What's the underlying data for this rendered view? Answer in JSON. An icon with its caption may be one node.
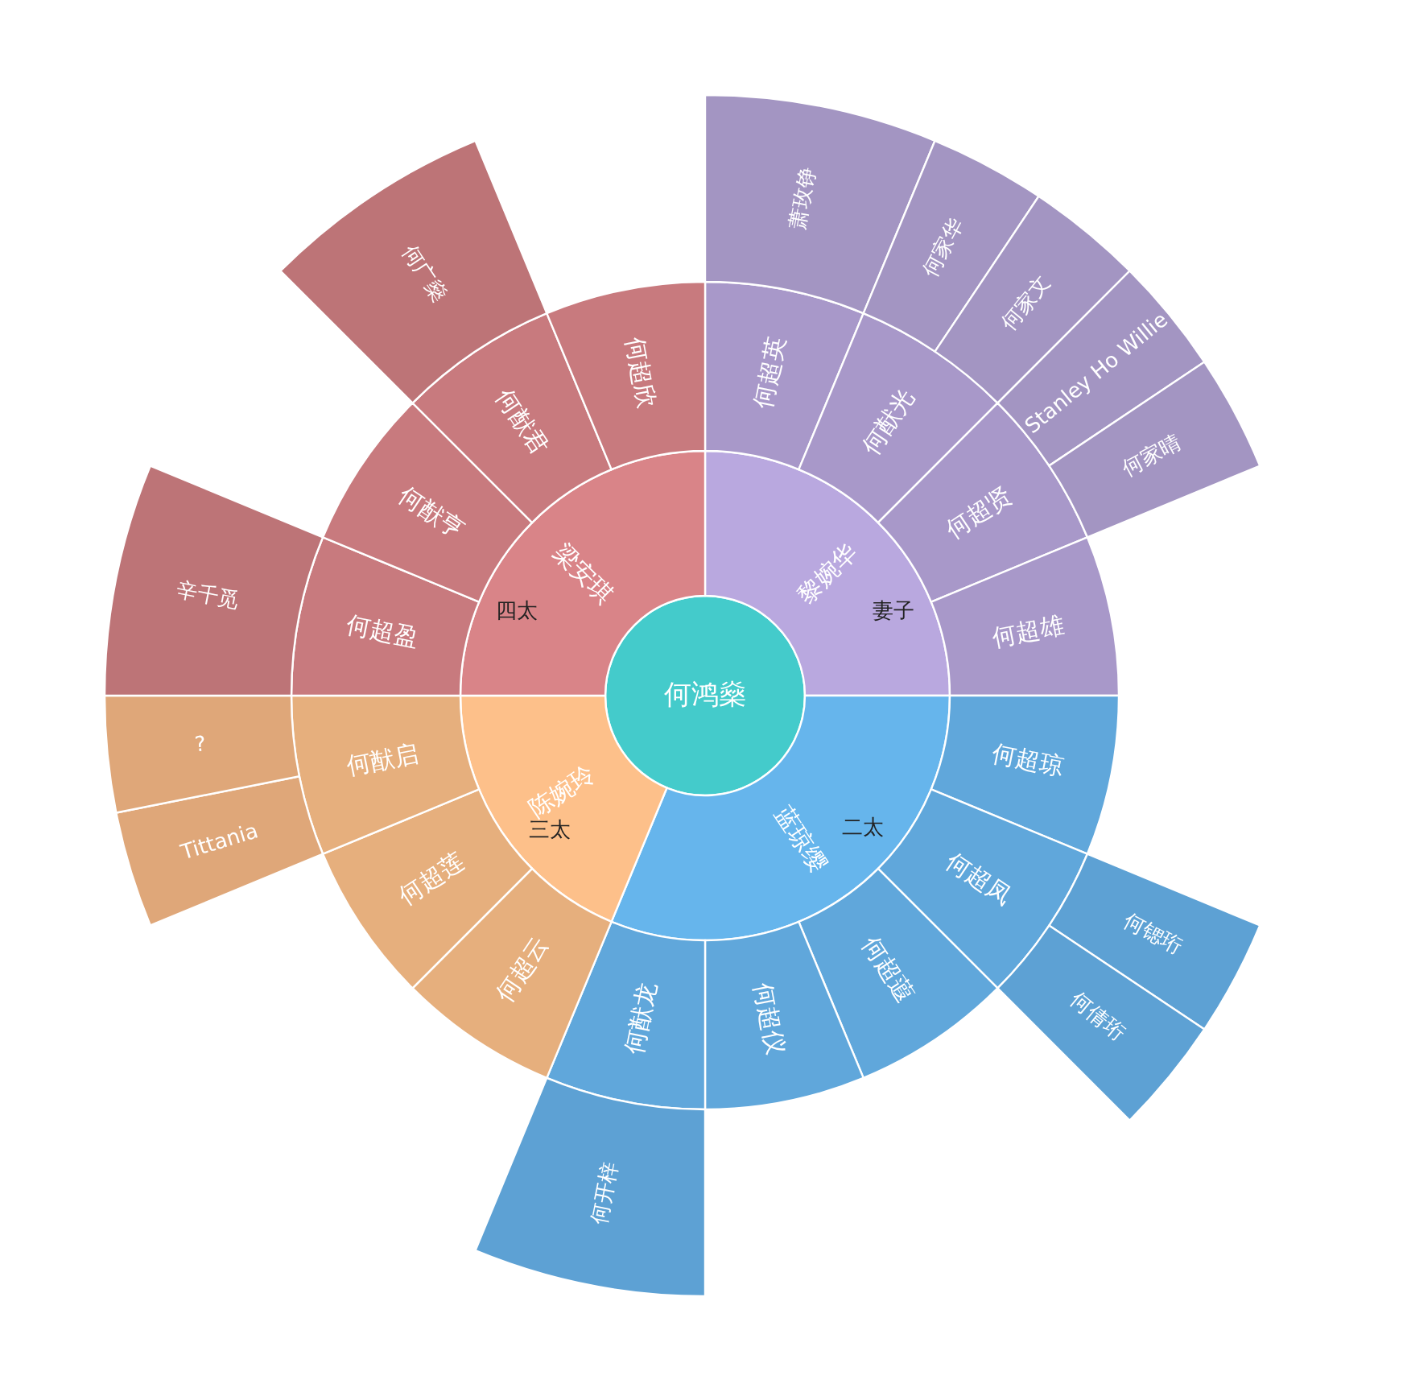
{
  "diagram": {
    "nodes": [
      {
        "text": [
          "何鸿燊"
        ]
      },
      {
        "text": [
          "黎婉华",
          "妻子"
        ]
      },
      {
        "text": [
          "何超英"
        ]
      },
      {
        "text": [
          "萧玫铮"
        ]
      },
      {
        "text": [
          "何猷光"
        ]
      },
      {
        "text": [
          "何家华"
        ]
      },
      {
        "text": [
          "何家文"
        ]
      },
      {
        "text": [
          "何超贤"
        ]
      },
      {
        "text": [
          "Stanley Ho Willie"
        ]
      },
      {
        "text": [
          "何家晴"
        ]
      },
      {
        "text": [
          "何超雄"
        ]
      },
      {
        "text": [
          "蓝琼缨",
          "二太"
        ]
      },
      {
        "text": [
          "何超琼"
        ]
      },
      {
        "text": [
          "何超凤"
        ]
      },
      {
        "text": [
          "何锶珩"
        ]
      },
      {
        "text": [
          "何倩珩"
        ]
      },
      {
        "text": [
          "何超蕸"
        ]
      },
      {
        "text": [
          "何超仪"
        ]
      },
      {
        "text": [
          "何猷龙"
        ]
      },
      {
        "text": [
          "何开梓"
        ]
      },
      {
        "text": [
          "陈婉玲",
          "三太"
        ]
      },
      {
        "text": [
          "何超云"
        ]
      },
      {
        "text": [
          "何超莲"
        ]
      },
      {
        "text": [
          "何猷启"
        ]
      },
      {
        "text": [
          "Tittania"
        ]
      },
      {
        "text": [
          "?"
        ]
      },
      {
        "text": [
          "梁安琪",
          "四太"
        ]
      },
      {
        "text": [
          "何超盈"
        ]
      },
      {
        "text": [
          "辛千觅"
        ]
      },
      {
        "text": [
          "何猷亨"
        ]
      },
      {
        "text": [
          "何猷君"
        ]
      },
      {
        "text": [
          "何广燊"
        ]
      },
      {
        "text": [
          "何超欣"
        ]
      }
    ]
  }
}
